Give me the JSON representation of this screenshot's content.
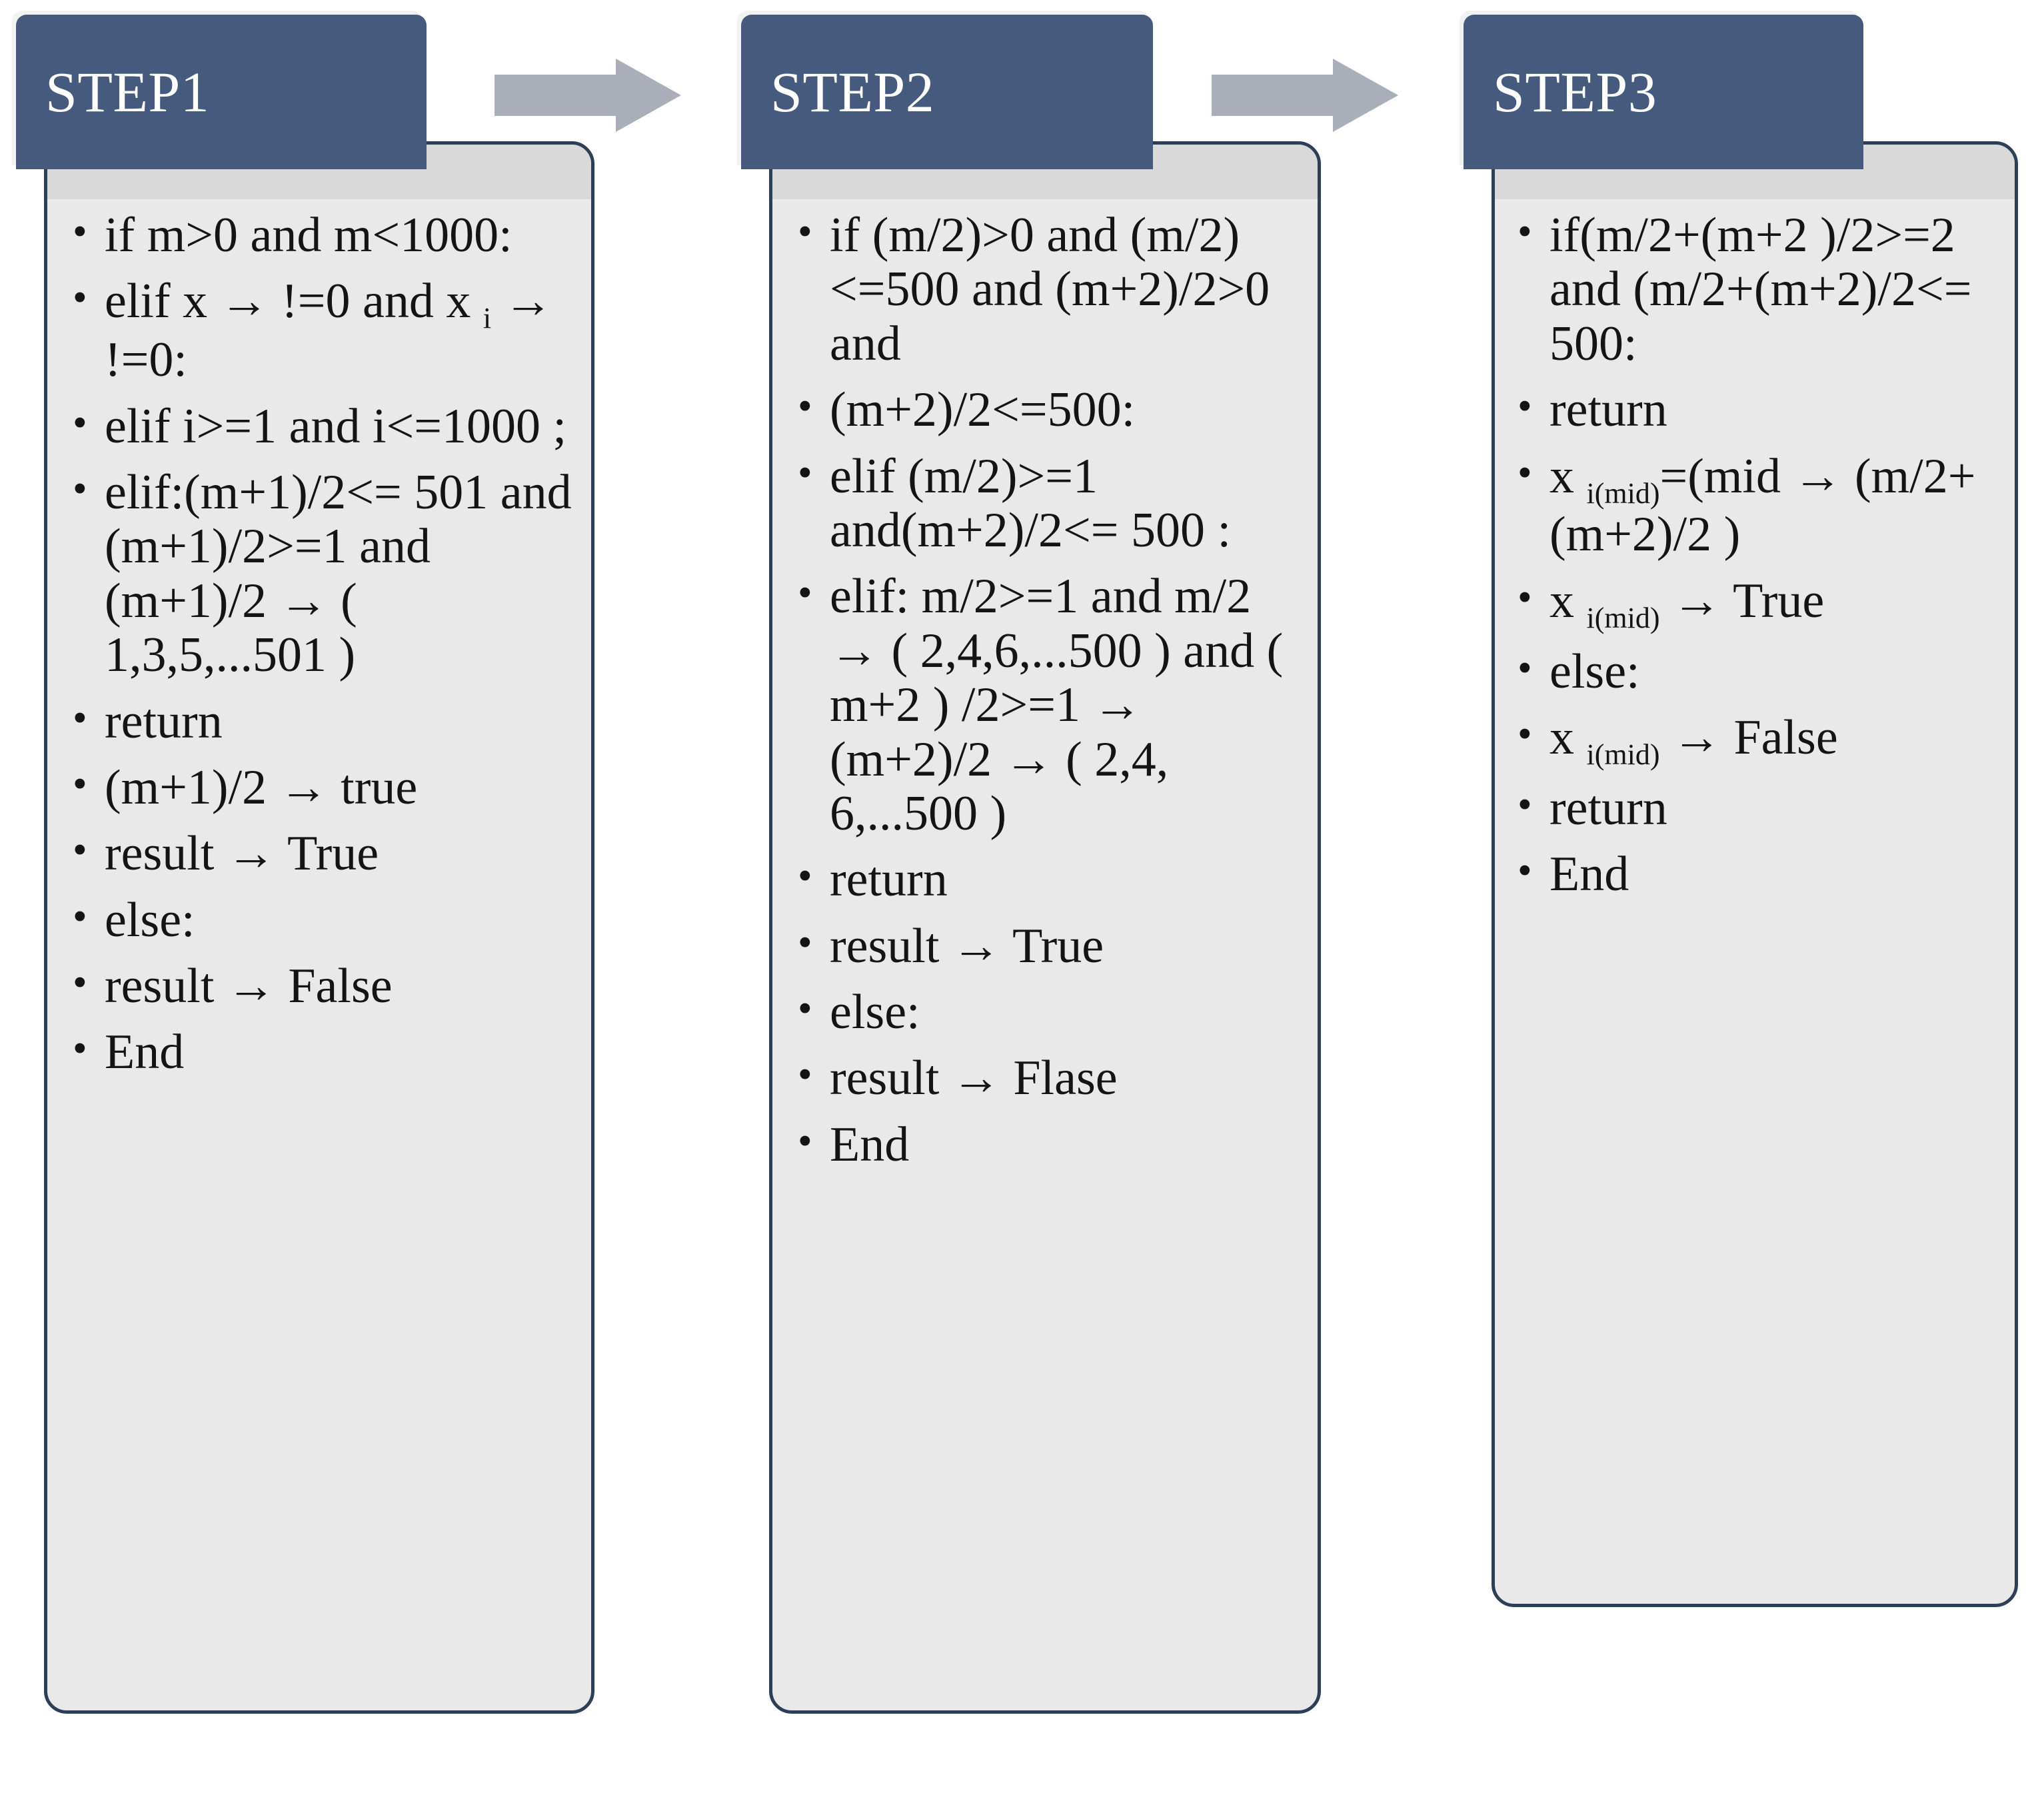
{
  "diagram": {
    "title_absent": true,
    "colors": {
      "header_fill": "#465a7d",
      "header_text": "#ffffff",
      "card_fill": "#e9e9e9",
      "card_band": "#d9d9d9",
      "card_border": "#2c3e58",
      "arrow_fill": "#a9aeb8",
      "body_text": "#141414",
      "page_background": "#ffffff"
    },
    "connectors": [
      {
        "name": "arrow-step1-to-step2",
        "icon": "right-arrow-icon"
      },
      {
        "name": "arrow-step2-to-step3",
        "icon": "right-arrow-icon"
      }
    ],
    "steps": [
      {
        "id": "step1",
        "header": "STEP1",
        "bullets": [
          {
            "text": "if m>0 and m<1000:"
          },
          {
            "pre": "elif x → !=0 and x ",
            "sub": "i",
            "post": " → !=0:"
          },
          {
            "text": "elif i>=1 and i<=1000 ;"
          },
          {
            "text": "elif:(m+1)/2<= 501 and (m+1)/2>=1 and (m+1)/2 → ( 1,3,5,...501 )"
          },
          {
            "text": "return"
          },
          {
            "text": "(m+1)/2 → true"
          },
          {
            "text": "result → True"
          },
          {
            "text": "else:"
          },
          {
            "text": "result → False"
          },
          {
            "text": "End"
          }
        ]
      },
      {
        "id": "step2",
        "header": "STEP2",
        "bullets": [
          {
            "text": "if (m/2)>0 and (m/2)<=500 and (m+2)/2>0 and"
          },
          {
            "text": "(m+2)/2<=500:"
          },
          {
            "text": "elif (m/2)>=1 and(m+2)/2<= 500 :"
          },
          {
            "text": "elif: m/2>=1 and m/2 → ( 2,4,6,...500 ) and ( m+2 ) /2>=1 → (m+2)/2 → ( 2,4, 6,...500 )"
          },
          {
            "text": "return"
          },
          {
            "text": "result → True"
          },
          {
            "text": "else:"
          },
          {
            "text": "result → Flase"
          },
          {
            "text": "End"
          }
        ]
      },
      {
        "id": "step3",
        "header": "STEP3",
        "bullets": [
          {
            "text": "if(m/2+(m+2 )/2>=2 and (m/2+(m+2)/2<= 500:"
          },
          {
            "text": "return"
          },
          {
            "pre": "x ",
            "sub": "i(mid)",
            "post": "=(mid → (m/2+(m+2)/2 )"
          },
          {
            "pre": "x ",
            "sub": "i(mid)",
            "post": " → True"
          },
          {
            "text": "else:"
          },
          {
            "pre": "x ",
            "sub": "i(mid)",
            "post": " → False"
          },
          {
            "text": "return"
          },
          {
            "text": "End"
          }
        ]
      }
    ]
  }
}
